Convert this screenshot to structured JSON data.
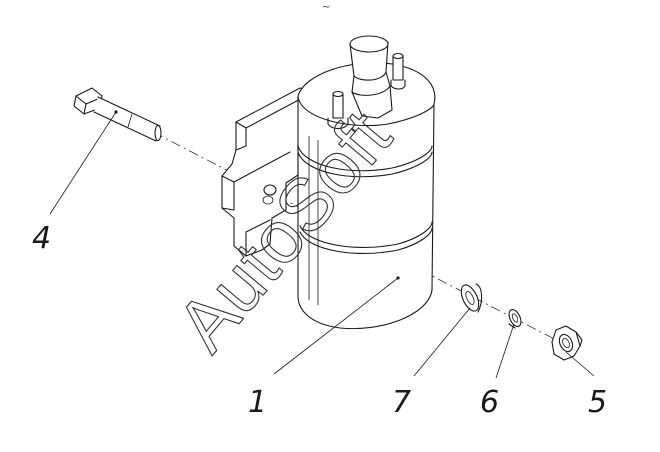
{
  "top_mark": "~",
  "callouts": [
    {
      "id": "part-1",
      "label": "1"
    },
    {
      "id": "part-4",
      "label": "4"
    },
    {
      "id": "part-5",
      "label": "5"
    },
    {
      "id": "part-6",
      "label": "6"
    },
    {
      "id": "part-7",
      "label": "7"
    }
  ],
  "watermark": "AutoSoft"
}
